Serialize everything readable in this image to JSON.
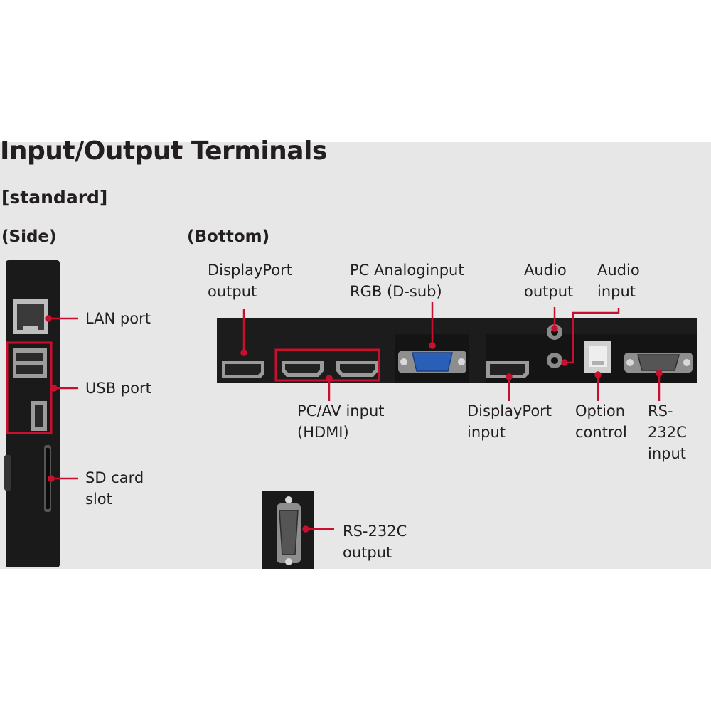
{
  "title": "Input/Output Terminals",
  "subtitle": "[standard]",
  "sections": {
    "side": "(Side)",
    "bottom": "(Bottom)"
  },
  "side_labels": {
    "lan": "LAN port",
    "usb": "USB port",
    "sd": "SD card\nslot"
  },
  "bottom_labels": {
    "dp_out": "DisplayPort\noutput",
    "pc_analog": "PC Analoginput\nRGB (D-sub)",
    "audio_out": "Audio\noutput",
    "audio_in": "Audio\ninput",
    "hdmi": "PC/AV input\n(HDMI)",
    "dp_in": "DisplayPort\ninput",
    "option": "Option\ncontrol",
    "rs232_in": "RS-232C\ninput",
    "rs232_out": "RS-232C\noutput"
  },
  "colors": {
    "highlight": "#c8102e",
    "panel": "#e7e7e7",
    "device": "#1c1c1c",
    "text": "#231f20",
    "vga_port": "#2a5fb8"
  }
}
